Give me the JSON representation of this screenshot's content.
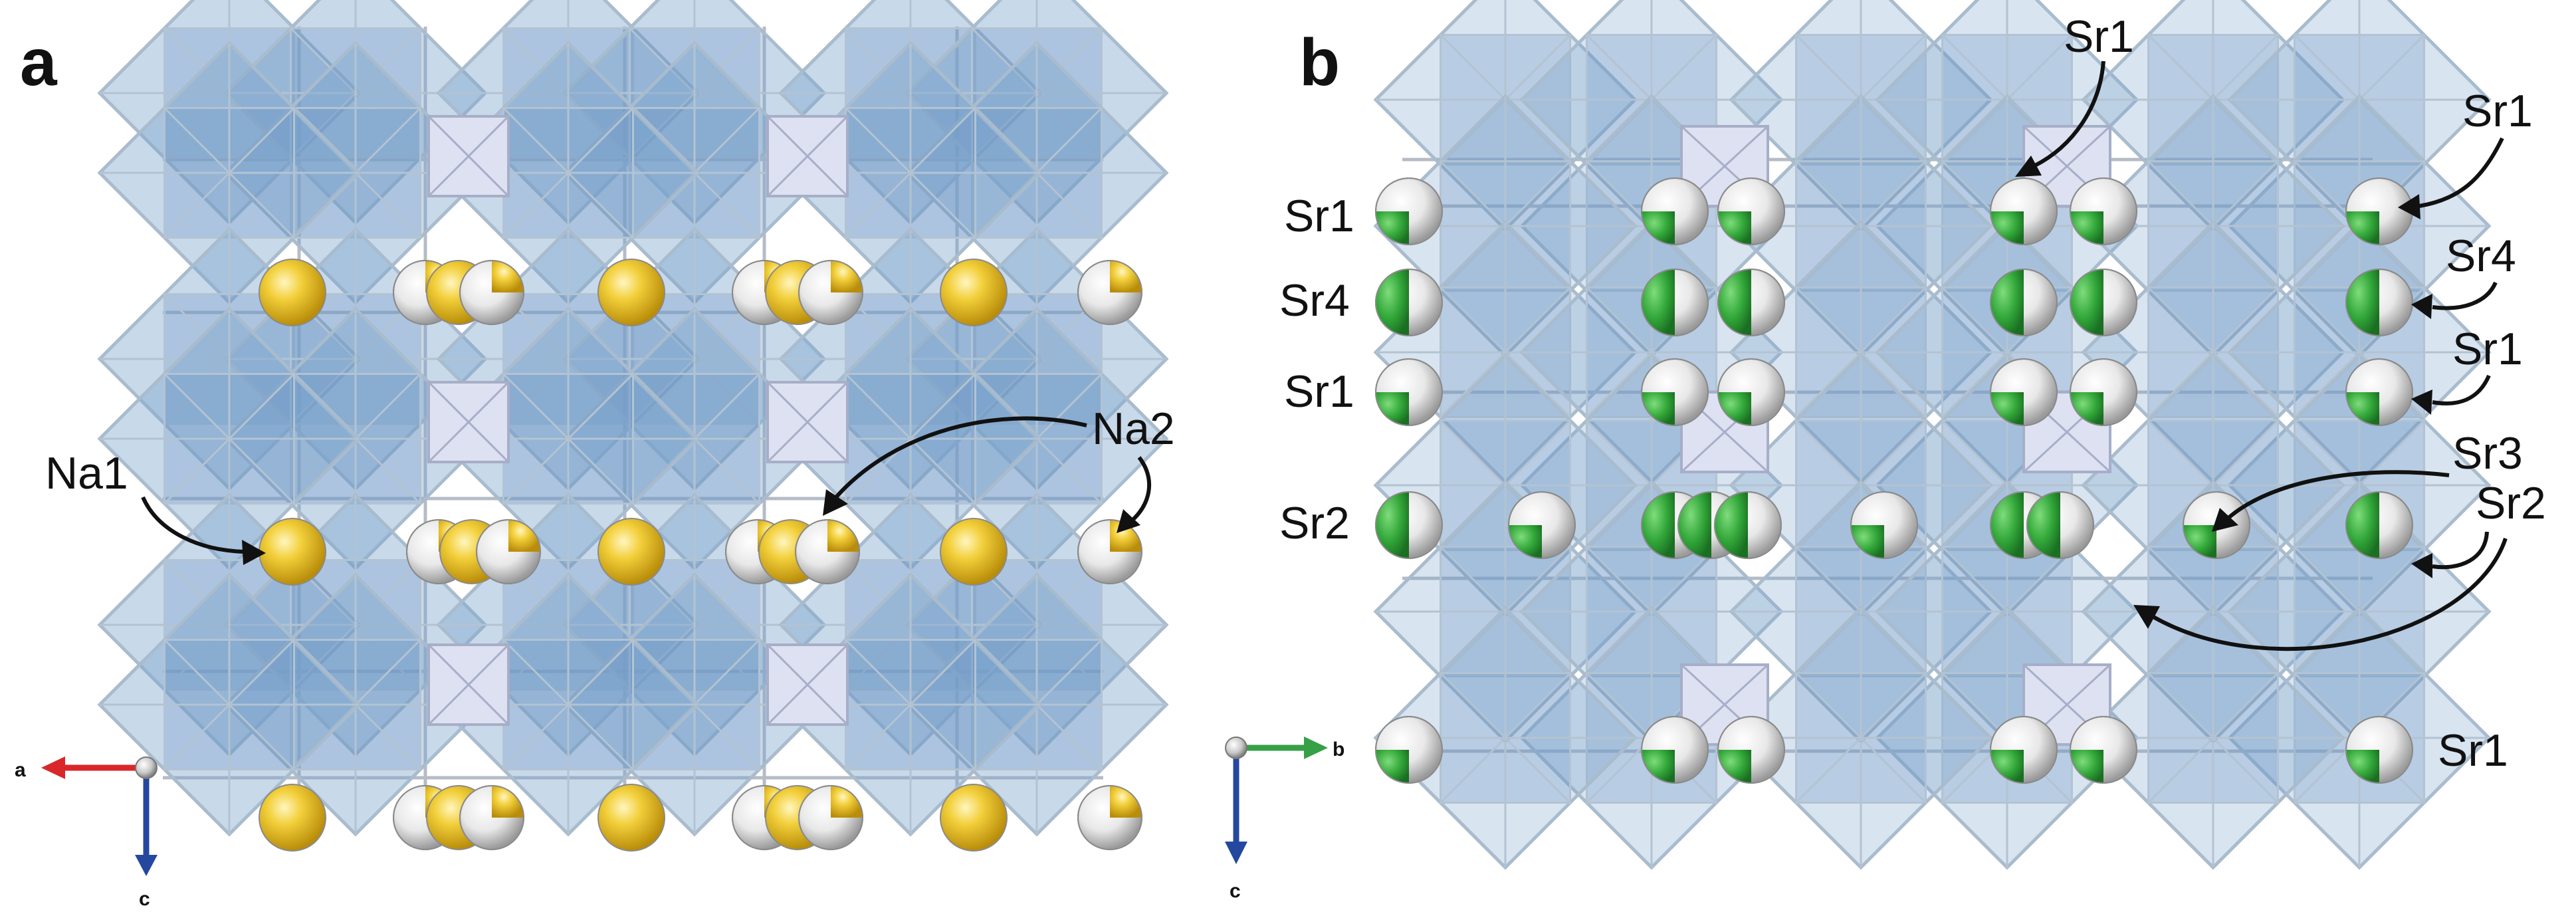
{
  "figure": {
    "panels": [
      {
        "id": "a",
        "label": "a",
        "axes": {
          "horizontal": "a",
          "vertical": "c"
        },
        "atom_legend": {
          "sodium_color": "#e0b318",
          "partial_color": "#e0b318",
          "vacancy_color": "#f2f2f2"
        }
      },
      {
        "id": "b",
        "label": "b",
        "axes": {
          "horizontal": "b",
          "vertical": "c"
        },
        "atom_legend": {
          "strontium_partial_color": "#2fa83a",
          "vacancy_color": "#f2f2f2"
        }
      }
    ],
    "panel_a_labels": {
      "na1": "Na1",
      "na2": "Na2"
    },
    "panel_b_labels": {
      "left_sr1_top": "Sr1",
      "left_sr4": "Sr4",
      "left_sr1_mid": "Sr1",
      "left_sr2": "Sr2",
      "top_sr1": "Sr1",
      "right_sr1_top": "Sr1",
      "right_sr4": "Sr4",
      "right_sr1_mid": "Sr1",
      "right_sr3": "Sr3",
      "right_sr2": "Sr2",
      "bottom_sr1": "Sr1"
    },
    "colors": {
      "polyhedra": "#7da5cd",
      "tetrahedra": "#dde1f1",
      "axis_a": "#d9262b",
      "axis_b": "#36a047",
      "axis_c": "#2448a0"
    }
  }
}
